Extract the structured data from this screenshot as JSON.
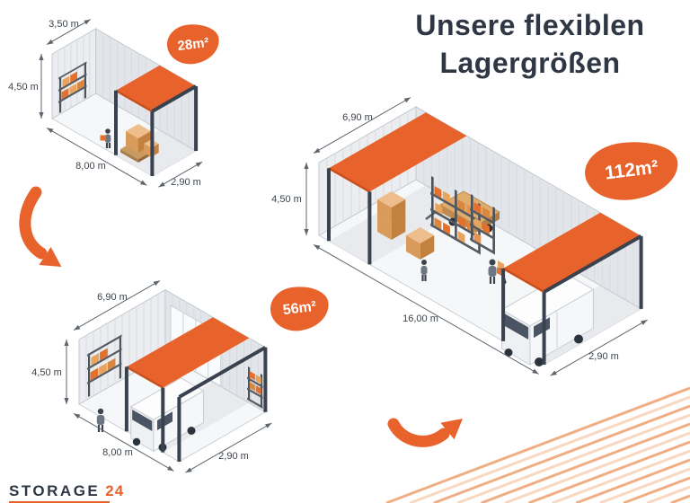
{
  "title": {
    "line1": "Unsere flexiblen",
    "line2": "Lagergrößen"
  },
  "brand": {
    "name": "STORAGE",
    "number": "24"
  },
  "units": [
    {
      "size_label": "28m²",
      "dims": {
        "depth": "3,50 m",
        "height": "4,50 m",
        "length": "8,00 m",
        "gate": "2,90 m"
      }
    },
    {
      "size_label": "56m²",
      "dims": {
        "depth": "6,90 m",
        "height": "4,50 m",
        "length": "8,00 m",
        "gate": "2,90 m"
      }
    },
    {
      "size_label": "112m²",
      "dims": {
        "depth": "6,90 m",
        "height": "4,50 m",
        "length": "16,00 m",
        "gate": "2,90 m"
      }
    }
  ],
  "colors": {
    "accent": "#E8622C",
    "dark_text": "#2E3743"
  }
}
